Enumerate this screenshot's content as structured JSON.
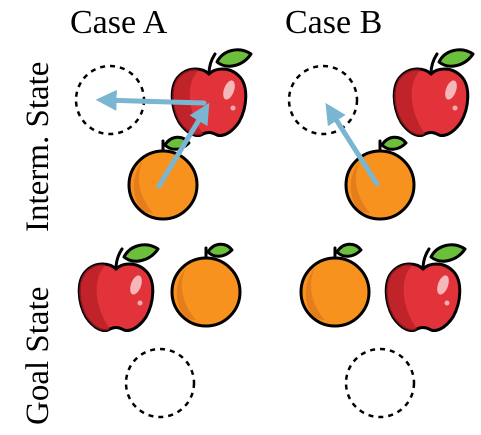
{
  "columns": {
    "case_a": "Case A",
    "case_b": "Case B"
  },
  "rows": {
    "intermediate": "Interm. State",
    "goal": "Goal State"
  },
  "icons": {
    "apple": "apple-icon",
    "orange": "orange-icon",
    "empty_slot": "dashed-circle-slot",
    "arrow": "move-arrow"
  },
  "colors": {
    "apple_red": "#e2333a",
    "apple_dark": "#b51f27",
    "orange_fill": "#f7921e",
    "orange_dark": "#d8701a",
    "leaf_green": "#6bbf3a",
    "arrow_blue": "#7ab6d1",
    "outline": "#000000"
  }
}
